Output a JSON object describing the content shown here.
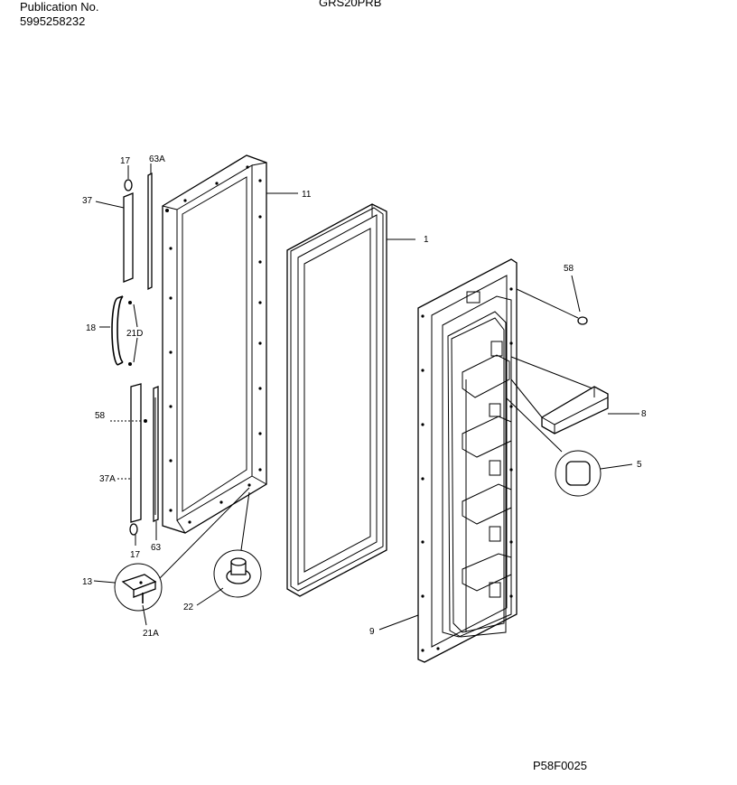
{
  "header": {
    "publication_label": "Publication No.",
    "publication_number": "5995258232",
    "model": "GRS20PRB"
  },
  "footer": {
    "figure_code": "P58F0025"
  },
  "callouts": {
    "c17_top": "17",
    "c63a": "63A",
    "c37": "37",
    "c11": "11",
    "c1": "1",
    "c58_right": "58",
    "c18": "18",
    "c21d": "21D",
    "c58_left": "58",
    "c8": "8",
    "c5": "5",
    "c37a": "37A",
    "c17_bottom": "17",
    "c63": "63",
    "c13": "13",
    "c22": "22",
    "c21a": "21A",
    "c9": "9"
  }
}
